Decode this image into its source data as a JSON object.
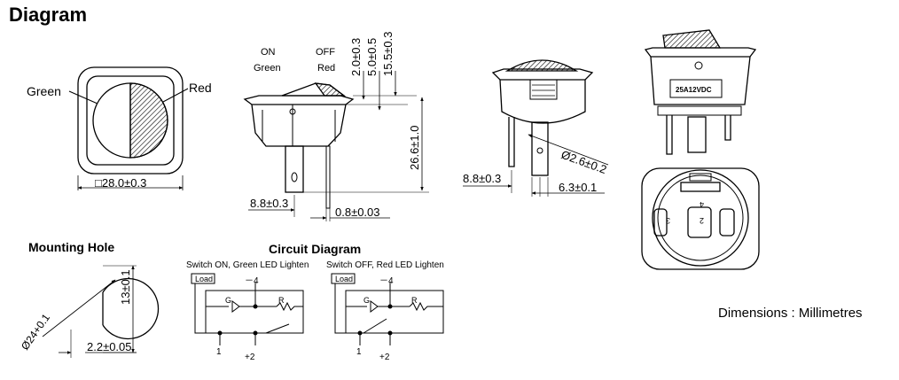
{
  "title": "Diagram",
  "units": "Dimensions : Millimetres",
  "front_view": {
    "label_green": "Green",
    "label_red": "Red",
    "dim_width": "□28.0±0.3"
  },
  "side_view": {
    "label_on": "ON",
    "label_green": "Green",
    "label_off": "OFF",
    "label_red": "Red",
    "dim_a": "2.0±0.3",
    "dim_b": "5.0±0.5",
    "dim_c": "15.5±0.3",
    "dim_height": "26.6±1.0",
    "dim_pitch": "8.8±0.3",
    "dim_thickness": "0.8±0.03"
  },
  "end_view": {
    "dim_hole": "Ø2.6±0.2",
    "dim_pitch": "8.8±0.3",
    "dim_terminal": "6.3±0.1"
  },
  "top_view": {
    "rating": "25A12VDC",
    "pin_labels": [
      "3",
      "2",
      "4"
    ]
  },
  "mounting_hole": {
    "title": "Mounting Hole",
    "dim_diameter": "Ø24+0.1",
    "dim_depth": "13±0.1",
    "dim_offset": "2.2±0.05"
  },
  "circuit": {
    "title": "Circuit Diagram",
    "caption_on": "Switch ON, Green LED Lighten",
    "caption_off": "Switch OFF, Red LED Lighten",
    "load": "Load",
    "minus4": "－4",
    "plus2": "+2",
    "pin1": "1",
    "led_g": "G",
    "led_r": "R"
  }
}
